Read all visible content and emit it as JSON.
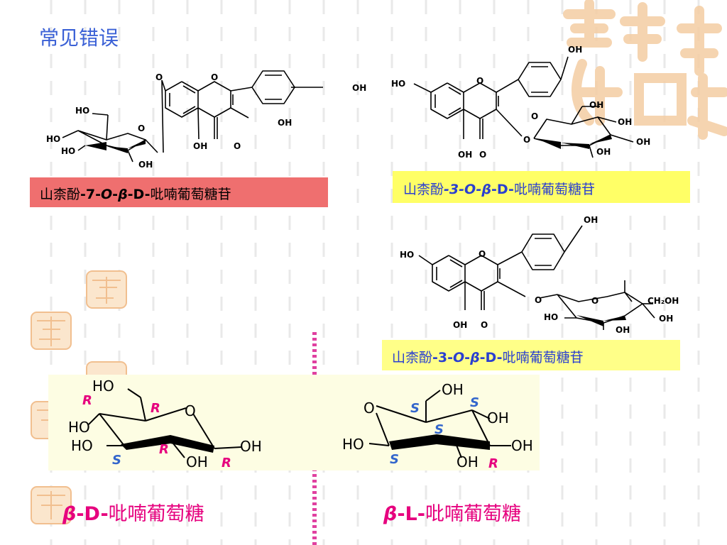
{
  "title": "常见错误",
  "colors": {
    "title": "#3a60d6",
    "caption_text": "#2a3fd0",
    "red_box": "#ef6f6f",
    "yellow_box": "#ffff66",
    "cream_box": "#fdfde3",
    "stereo_R": "#e6007e",
    "stereo_S": "#3366cc",
    "big_caption": "#e6007e",
    "divider": "#e040a0",
    "watermark": "#f4cda3"
  },
  "compounds": {
    "kaempferol_7": {
      "caption_parts": [
        "山柰酚",
        "-7-",
        "O",
        "-",
        "β",
        "-D-",
        "吡喃葡萄糖苷"
      ],
      "labels": {
        "o_link": "O",
        "ring_o": "O",
        "oh_para": "OH",
        "oh_3": "OH",
        "oh_5": "OH",
        "carbonyl": "O",
        "ho_c6": "HO",
        "ho_c4": "HO",
        "ho_c3": "HO",
        "oh_c2": "OH",
        "sugar_o": "O"
      }
    },
    "kaempferol_3_yellow": {
      "caption_parts": [
        "山柰酚",
        "-3-",
        "O",
        "-",
        "β",
        "-D-",
        "吡喃葡萄糖苷"
      ],
      "labels": {
        "ho_7": "HO",
        "ring_o": "O",
        "oh_para": "OH",
        "oh_5": "OH",
        "carbonyl": "O",
        "o_link": "O",
        "sugar_o": "O",
        "oh_c6": "OH",
        "oh_c4": "OH",
        "oh_c3": "OH",
        "oh_c2": "OH"
      }
    },
    "kaempferol_3_correct": {
      "caption_parts": [
        "山柰酚",
        "-3-",
        "O",
        "-",
        "β",
        "-D-",
        "吡喃葡萄糖苷"
      ],
      "labels": {
        "ho_7": "HO",
        "ring_o": "O",
        "oh_para": "OH",
        "oh_5": "OH",
        "carbonyl": "O",
        "o_link": "O",
        "sugar_o": "O",
        "ch2oh": "CH₂OH",
        "ho_c3": "HO",
        "oh_c4": "OH",
        "oh_c2": "OH"
      }
    }
  },
  "glucose": {
    "beta_D": {
      "caption_parts": [
        "β",
        "-D-",
        "吡喃葡萄糖"
      ],
      "labels": {
        "ho_c6": "HO",
        "ring_o": "O",
        "ho_c4": "HO",
        "ho_c3": "HO",
        "oh_c2": "OH",
        "oh_c1": "OH"
      },
      "stereo": {
        "c5": "R",
        "c4": "R",
        "c3": "S",
        "c2": "R",
        "c1": "R"
      }
    },
    "beta_L": {
      "caption_parts": [
        "β",
        "-L-",
        "吡喃葡萄糖"
      ],
      "labels": {
        "oh_c6": "OH",
        "ring_o": "O",
        "oh_c4": "OH",
        "oh_c3": "OH",
        "ho_c1": "HO",
        "oh_c2": "OH"
      },
      "stereo": {
        "c5": "S",
        "c4": "S",
        "c3": "S",
        "c1": "S",
        "c2": "R"
      }
    }
  },
  "watermark_icons": [
    "seal-large-top-right",
    "seal-small-1",
    "seal-small-2",
    "seal-small-3",
    "seal-small-4",
    "seal-small-5"
  ]
}
